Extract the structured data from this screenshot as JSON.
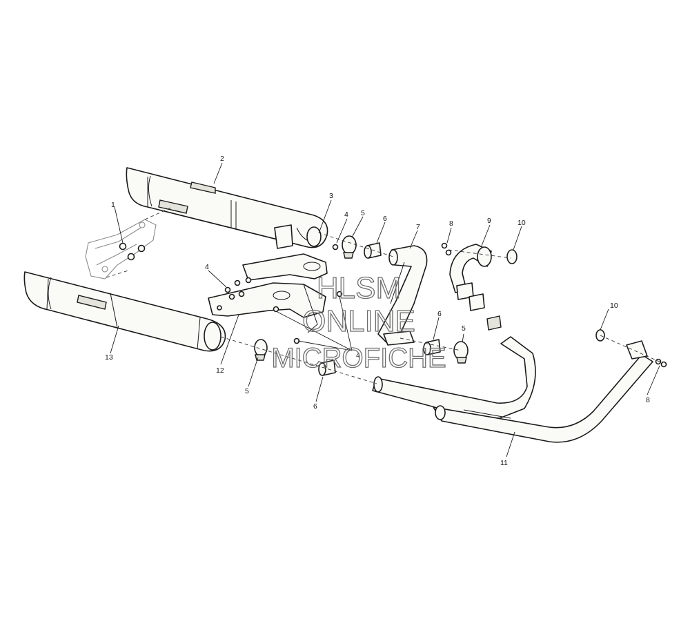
{
  "callouts": {
    "c1": "1",
    "c2": "2",
    "c3": "3",
    "c4a": "4",
    "c4b": "4",
    "c4c": "4",
    "c5a": "5",
    "c5b": "5",
    "c5c": "5",
    "c6a": "6",
    "c6b": "6",
    "c6c": "6",
    "c7": "7",
    "c8a": "8",
    "c8b": "8",
    "c9": "9",
    "c10a": "10",
    "c10b": "10",
    "c11": "11",
    "c12": "12",
    "c13": "13"
  },
  "watermark": {
    "line1": "HLSM",
    "line2": "ONLINE",
    "line3": "MICROFICHE"
  }
}
